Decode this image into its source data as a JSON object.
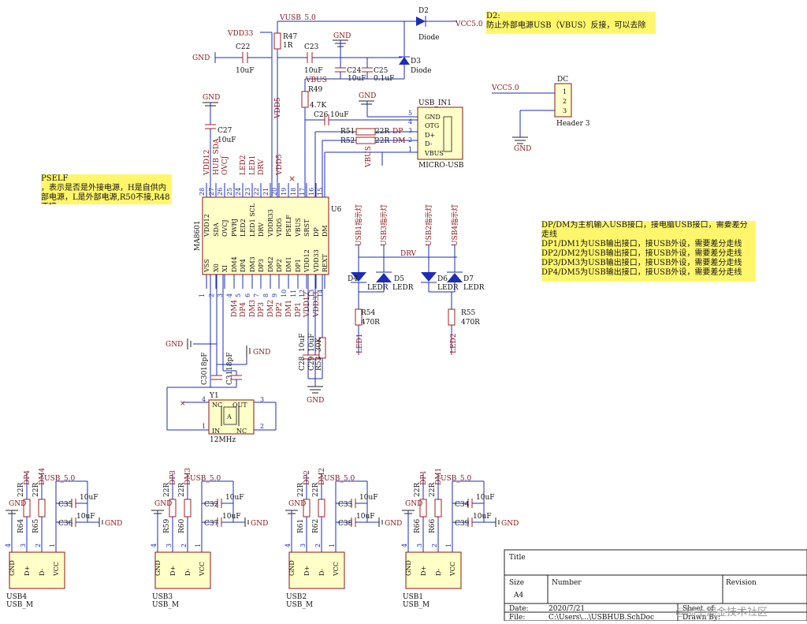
{
  "notes": {
    "d2": {
      "title": "D2:",
      "text": "防止外部电源USB（VBUS）反接，可以去除"
    },
    "pself": {
      "title": "PSELF",
      "lines": [
        "，表示是否是外接电源，H是自供内",
        "部电源，L是外部电源,R50不接,R48",
        "不接"
      ]
    },
    "usb": {
      "lines": [
        "DP/DM为主机输入USB接口，接电脑USB接口，需要差分",
        "走线",
        "DP1/DM1为USB输出接口，接USB外设，需要差分走线",
        "DP2/DM2为USB输出接口，接USB外设，需要差分走线",
        "DP3/DM3为USB输出接口，接USB外设，需要差分走线",
        "DP4/DM5为USB输出接口，接USB外设，需要差分走线"
      ]
    }
  },
  "nets": {
    "vusb": "VUSB_5.0",
    "vcc5": "VCC5.0",
    "vdd33": "VDD33",
    "gnd": "GND",
    "vbus": "VBUS",
    "vdd5": "VDD5",
    "usb5": "USB_5.0",
    "drv": "DRV",
    "dp": "DP",
    "dm": "DM"
  },
  "components": {
    "d2": {
      "ref": "D2",
      "value": "Diode"
    },
    "d3": {
      "ref": "D3",
      "value": "Diode"
    },
    "r47": {
      "ref": "R47",
      "value": "1R"
    },
    "c22": {
      "ref": "C22",
      "value": "10uF"
    },
    "c23": {
      "ref": "C23",
      "value": "10uF"
    },
    "c24": {
      "ref": "C24",
      "value": "10uF"
    },
    "c25": {
      "ref": "C25",
      "value": "0.1uF"
    },
    "r49": {
      "ref": "R49",
      "value": "4.7K"
    },
    "c26": {
      "ref": "C26",
      "value": "10uF"
    },
    "c27": {
      "ref": "C27",
      "value": "10uF"
    },
    "r51": {
      "ref": "R51",
      "value": "22R"
    },
    "r52": {
      "ref": "R52",
      "value": "22R"
    },
    "usb_in": {
      "ref": "USB_IN1",
      "value": "MICRO-USB",
      "pins": [
        "GND",
        "OTG",
        "D+",
        "D-",
        "VBUS"
      ],
      "nums": [
        "5",
        "4",
        "3",
        "2",
        "1"
      ]
    },
    "dc": {
      "ref": "DC",
      "value": "Header 3",
      "pins": [
        "1",
        "2",
        "3"
      ]
    },
    "u6": {
      "ref": "U6",
      "value": "MA8601",
      "top_pins": [
        "VDD12",
        "SDA",
        "OVCJ",
        "PWRJ",
        "LED2",
        "LED1 SCL",
        "DRV",
        "VDDR33",
        "VDD5",
        "PSELF",
        "VBUS",
        "SRST",
        "DP",
        "DM"
      ],
      "top_nums": [
        "28",
        "27",
        "26",
        "25",
        "24",
        "23",
        "22",
        "21",
        "20",
        "19",
        "18",
        "17",
        "16",
        "15"
      ],
      "bot_pins": [
        "VSS",
        "X0",
        "XI",
        "DM4",
        "DP4",
        "DM3",
        "DP3",
        "DM2",
        "DP2",
        "DM1",
        "DP1",
        "VDD12",
        "VDD33",
        "REXT"
      ],
      "bot_nums": [
        "1",
        "2",
        "3",
        "4",
        "5",
        "6",
        "7",
        "8",
        "9",
        "10",
        "11",
        "12",
        "13",
        "14"
      ],
      "top_nets": [
        "VDD12",
        "HUB_SDA",
        "OVCJ",
        "",
        "LED2",
        "LED1",
        "DRV",
        "",
        "VDD5",
        "",
        "",
        "",
        "",
        ""
      ],
      "bot_nets": [
        "",
        "",
        "",
        "DM4",
        "DP4",
        "DM3",
        "DP3",
        "DM2",
        "DP2",
        "DM1",
        "DP1",
        "VDD12",
        "VDD33",
        ""
      ]
    },
    "y1": {
      "ref": "Y1",
      "value": "12MHz",
      "pins": [
        "NC",
        "OUT",
        "IN",
        "NC"
      ],
      "nums": [
        "4",
        "3",
        "1",
        "2"
      ],
      "center": "A"
    },
    "c30": {
      "ref": "C30",
      "value": "18pF"
    },
    "c31": {
      "ref": "C31",
      "value": "18pF"
    },
    "c28": {
      "ref": "C28",
      "value": "10uF"
    },
    "c29": {
      "ref": "C29",
      "value": "10uF"
    },
    "r53": {
      "ref": "R53",
      "value": "30K"
    },
    "d4": {
      "ref": "D4",
      "value": "LEDR",
      "net": "USB1指示灯"
    },
    "d5": {
      "ref": "D5",
      "value": "LEDR",
      "net": "USB3指示灯"
    },
    "d6": {
      "ref": "D6",
      "value": "LEDR",
      "net": "USB2指示灯"
    },
    "d7": {
      "ref": "D7",
      "value": "LEDR",
      "net": "USB4指示灯"
    },
    "r54": {
      "ref": "R54",
      "value": "470R",
      "net": "LED1"
    },
    "r55": {
      "ref": "R55",
      "value": "470R",
      "net": "LED2"
    }
  },
  "usb_ports": [
    {
      "ref": "USB4",
      "value": "USB_M",
      "net_p": "DP4",
      "net_m": "DM4",
      "r1": "R64",
      "r2": "R65",
      "c_top": "C35",
      "c_bot": "C36"
    },
    {
      "ref": "USB3",
      "value": "USB_M",
      "net_p": "DP3",
      "net_m": "DM3",
      "r1": "R59",
      "r2": "R60",
      "c_top": "C32",
      "c_bot": "C37"
    },
    {
      "ref": "USB2",
      "value": "USB_M",
      "net_p": "DP2",
      "net_m": "DM2",
      "r1": "R61",
      "r2": "R62",
      "c_top": "C33",
      "c_bot": "C38"
    },
    {
      "ref": "USB1",
      "value": "USB_M",
      "net_p": "DP1",
      "net_m": "DM1",
      "r1": "R66",
      "r2": "R66",
      "c_top": "C34",
      "c_bot": "C39"
    }
  ],
  "port_common": {
    "res": "22R",
    "cap": "10uF",
    "pins": [
      "GND",
      "D+",
      "D-",
      "VCC"
    ],
    "nums": [
      "4",
      "3",
      "2",
      "1"
    ]
  },
  "title_block": {
    "title_label": "Title",
    "size_label": "Size",
    "size_value": "A4",
    "number_label": "Number",
    "revision_label": "Revision",
    "date_label": "Date:",
    "date_value": "2020/7/21",
    "file_label": "File:",
    "file_value": "C:\\Users\\...\\USBHUB.SchDoc",
    "sheet_label": "Sheet",
    "sheet_of": "of",
    "drawn_label": "Drawn By:"
  },
  "watermark": "@稀土掘金技术社区"
}
